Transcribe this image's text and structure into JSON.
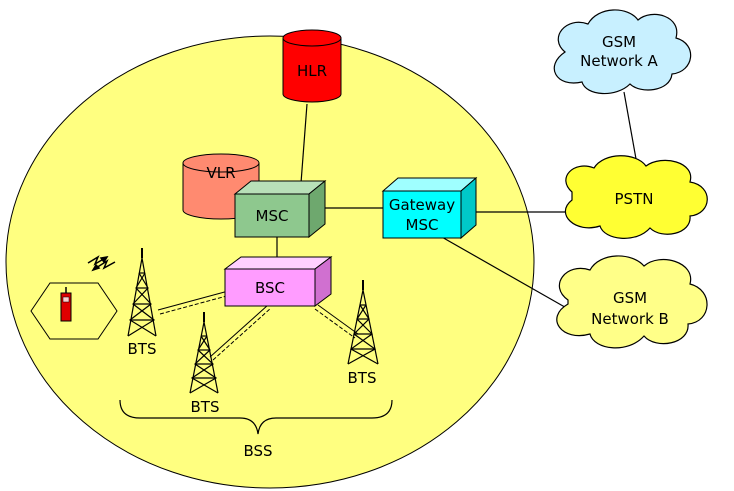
{
  "nodes": {
    "hlr": "HLR",
    "vlr": "VLR",
    "msc": "MSC",
    "gateway_line1": "Gateway",
    "gateway_line2": "MSC",
    "bsc": "BSC",
    "bts_left": "BTS",
    "bts_middle": "BTS",
    "bts_right": "BTS",
    "bss": "BSS",
    "gsm_a_line1": "GSM",
    "gsm_a_line2": "Network A",
    "pstn": "PSTN",
    "gsm_b_line1": "GSM",
    "gsm_b_line2": "Network B"
  },
  "colors": {
    "ellipse": "#ffff80",
    "hlr": "#ff0000",
    "vlr": "#ff8a70",
    "msc": "#8ec88e",
    "gateway": "#00ffff",
    "bsc": "#ff9cff",
    "gsm_cloud": "#c8f0ff",
    "pstn_cloud": "#ffff33",
    "gsm_b_cloud": "#ffff88"
  }
}
